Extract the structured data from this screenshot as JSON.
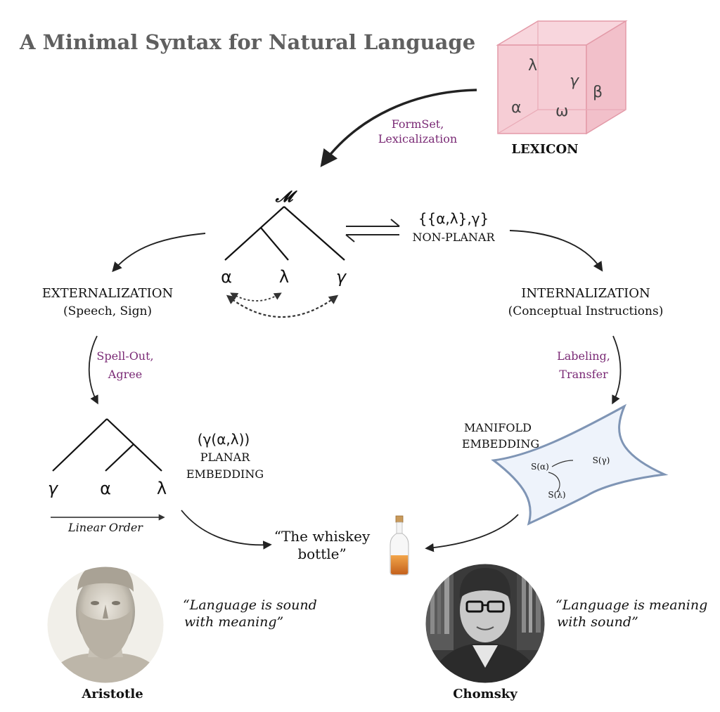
{
  "title": "A Minimal Syntax for Natural Language",
  "lexicon": {
    "label": "LEXICON",
    "symbols": [
      "λ",
      "γ",
      "β",
      "α",
      "ω"
    ]
  },
  "arrows": {
    "formset": [
      "FormSet,",
      "Lexicalization"
    ],
    "spellout": [
      "Spell-Out,",
      "Agree"
    ],
    "labeling": [
      "Labeling,",
      "Transfer"
    ]
  },
  "merge": {
    "root": "𝓜",
    "leaves": [
      "α",
      "λ",
      "γ"
    ]
  },
  "nonplanar": {
    "formula": "{{α,λ},γ}",
    "label": "NON-PLANAR"
  },
  "externalization": {
    "label": "EXTERNALIZATION",
    "sub": "(Speech, Sign)"
  },
  "internalization": {
    "label": "INTERNALIZATION",
    "sub": "(Conceptual Instructions)"
  },
  "planar": {
    "formula": "(γ(α,λ))",
    "line1": "PLANAR",
    "line2": "EMBEDDING",
    "leaves": [
      "γ",
      "α",
      "λ"
    ],
    "order_label": "Linear Order"
  },
  "manifold": {
    "line1": "MANIFOLD",
    "line2": "EMBEDDING",
    "points": [
      "S(α)",
      "S(γ)",
      "S(λ)"
    ]
  },
  "output": {
    "line1": "“The whiskey",
    "line2": "bottle”"
  },
  "aristotle": {
    "name": "Aristotle",
    "quote1": "“Language is sound",
    "quote2": "with meaning”"
  },
  "chomsky": {
    "name": "Chomsky",
    "quote1": "“Language is meaning",
    "quote2": "with sound”"
  },
  "colors": {
    "accent": "#7a2a75",
    "title": "#5f5f5f",
    "cube_face": "#f5c9d1",
    "cube_edge": "#e39aa8",
    "manifold_fill": "#eef3fb",
    "manifold_edge": "#7f95b5",
    "text": "#111111"
  }
}
